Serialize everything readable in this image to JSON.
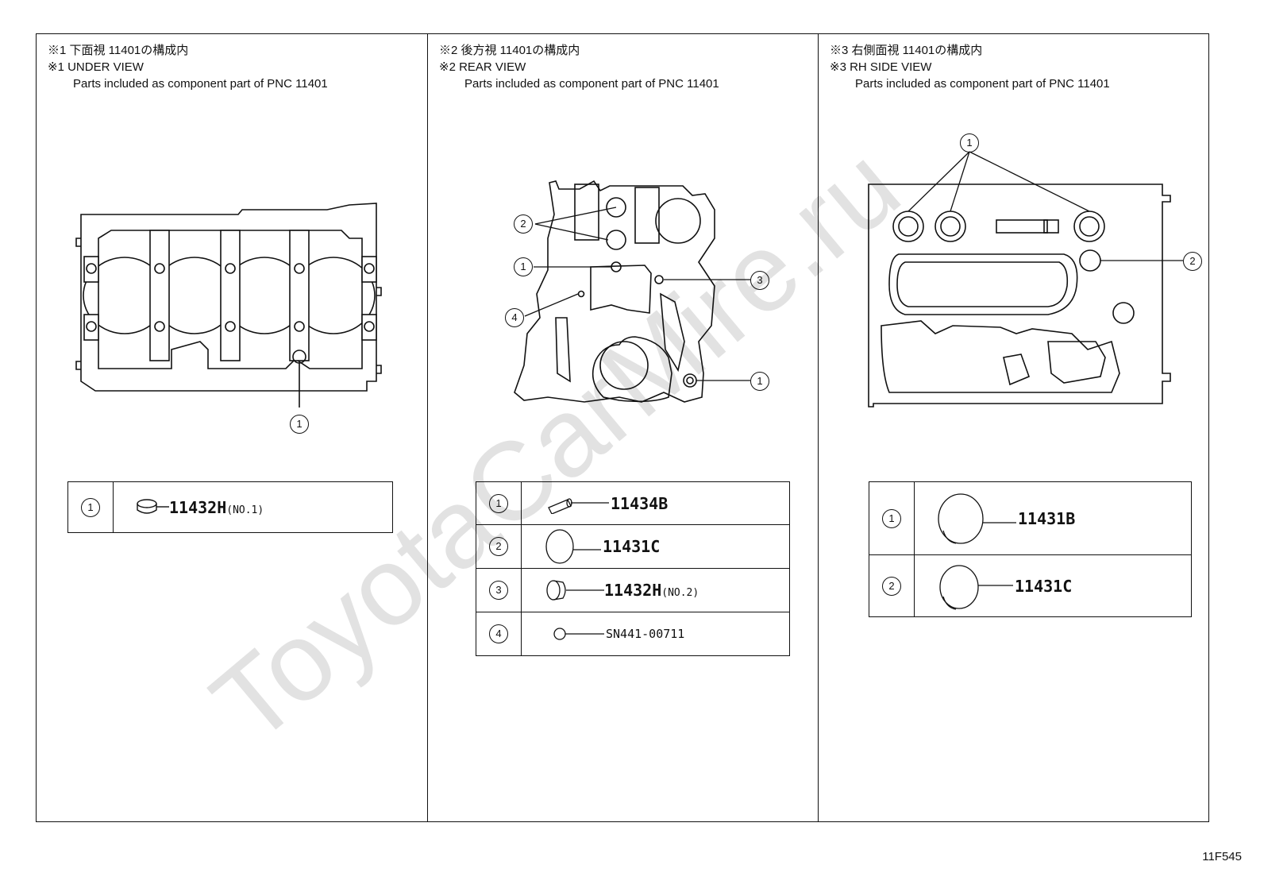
{
  "watermark": "ToyotaCarMire.ru",
  "figure_code": "11F545",
  "panels": [
    {
      "line1": "※1 下面視 11401の構成内",
      "line2": "※1 UNDER VIEW",
      "line3": "Parts included as component part of PNC 11401",
      "callouts": [
        "1"
      ],
      "parts": [
        {
          "index": "1",
          "pnc": "11432H",
          "note": "(NO.1)"
        }
      ]
    },
    {
      "line1": "※2 後方視 11401の構成内",
      "line2": "※2 REAR VIEW",
      "line3": "Parts included as component part of PNC 11401",
      "callouts": [
        "2",
        "1",
        "3",
        "4",
        "1"
      ],
      "parts": [
        {
          "index": "1",
          "pnc": "11434B",
          "note": ""
        },
        {
          "index": "2",
          "pnc": "11431C",
          "note": ""
        },
        {
          "index": "3",
          "pnc": "11432H",
          "note": "(NO.2)"
        },
        {
          "index": "4",
          "pnc": "SN441-00711",
          "note": ""
        }
      ]
    },
    {
      "line1": "※3 右側面視 11401の構成内",
      "line2": "※3 RH SIDE VIEW",
      "line3": "Parts included as component part of PNC 11401",
      "callouts": [
        "1",
        "2"
      ],
      "parts": [
        {
          "index": "1",
          "pnc": "11431B",
          "note": ""
        },
        {
          "index": "2",
          "pnc": "11431C",
          "note": ""
        }
      ]
    }
  ]
}
